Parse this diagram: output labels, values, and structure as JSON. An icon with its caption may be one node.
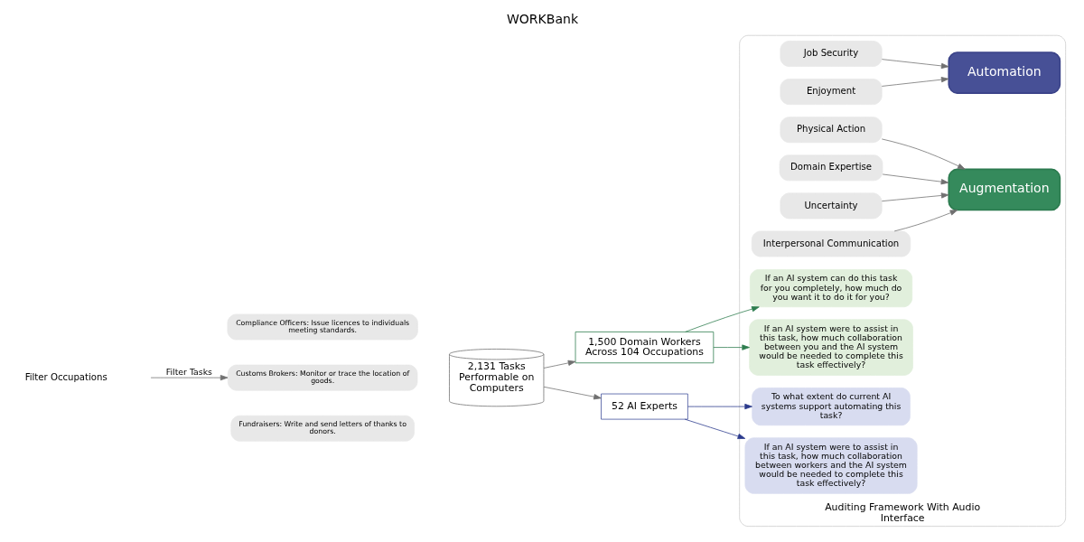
{
  "diagram": {
    "title": "WORKBank",
    "nodes": [
      {
        "text": [
          "Compliance Officers: Issue licences to individuals meeting standards."
        ]
      },
      {
        "text": [
          "Customs Brokers: Monitor or trace the location of goods."
        ]
      },
      {
        "text": [
          "Fundraisers: Write and send letters of thanks to donors."
        ]
      },
      {
        "text": [
          "2,131 Tasks Performable on Computers"
        ]
      },
      {
        "text": [
          "1,500 Domain Workers Across 104 Occupations"
        ]
      },
      {
        "text": [
          "52 AI Experts"
        ]
      },
      {
        "text": [
          "Auditing Framework With Audio Interface"
        ]
      },
      {
        "text": [
          "Job Security"
        ],
        "in": 6
      },
      {
        "text": [
          "Enjoyment"
        ],
        "in": 6
      },
      {
        "text": [
          "Physical Action"
        ],
        "in": 6
      },
      {
        "text": [
          "Domain Expertise"
        ],
        "in": 6
      },
      {
        "text": [
          "Uncertainty"
        ],
        "in": 6
      },
      {
        "text": [
          "Interpersonal Communication"
        ],
        "in": 6
      },
      {
        "text": [
          "Automation"
        ],
        "in": 6
      },
      {
        "text": [
          "Augmentation"
        ],
        "in": 6
      },
      {
        "text": [
          "If an AI system can do this task for you completely, how much do you want it to do it for you?"
        ],
        "in": 6
      },
      {
        "text": [
          "To what extent do current AI systems support automating this task?"
        ],
        "in": 6
      },
      {
        "text": [
          "If an AI system were to assist in this task, how much collaboration between you and the AI system would be needed to complete this task effectively?"
        ],
        "in": 6
      },
      {
        "text": [
          "If an AI system were to assist in this task, how much collaboration between workers and the AI system would be needed to complete this task effectively?"
        ],
        "in": 6
      }
    ],
    "edges": [
      {
        "from": null,
        "to": 1,
        "arrow": "to",
        "label": "Filter Tasks"
      },
      {
        "from": 3,
        "to": 4,
        "arrow": "to"
      },
      {
        "from": 3,
        "to": 5,
        "arrow": "to"
      },
      {
        "from": 7,
        "to": 13,
        "arrow": "to"
      },
      {
        "from": 8,
        "to": 13,
        "arrow": "to"
      },
      {
        "from": 9,
        "to": 14,
        "arrow": "to"
      },
      {
        "from": 10,
        "to": 14,
        "arrow": "to"
      },
      {
        "from": 11,
        "to": 14,
        "arrow": "to"
      },
      {
        "from": 12,
        "to": 14,
        "arrow": "to"
      },
      {
        "from": 4,
        "to": 15,
        "arrow": "to",
        "color": "#2e7d4f"
      },
      {
        "from": 4,
        "to": 17,
        "arrow": "to",
        "color": "#2e7d4f"
      },
      {
        "from": 5,
        "to": 16,
        "arrow": "to",
        "color": "#2b3a8c"
      },
      {
        "from": 5,
        "to": 18,
        "arrow": "to",
        "color": "#2b3a8c"
      }
    ],
    "labels": [
      "Filter Occupations"
    ]
  }
}
